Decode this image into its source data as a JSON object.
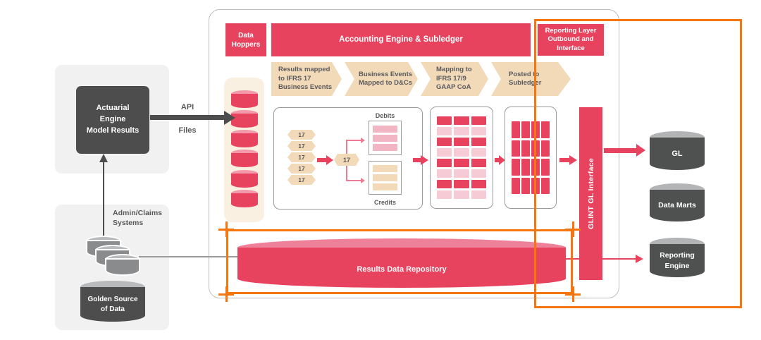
{
  "left_column": {
    "actuarial_box_label": "Actuarial\nEngine\nModel Results",
    "api_label": "API",
    "files_label": "Files",
    "admin_claims_label": "Admin/Claims\nSystems",
    "golden_source_label": "Golden Source\nof Data"
  },
  "headers": {
    "data_hoppers": "Data\nHoppers",
    "accounting_engine": "Accounting Engine & Subledger",
    "reporting_layer": "Reporting Layer\nOutbound and\nInterface"
  },
  "process_steps": [
    {
      "label": "Results mapped\nto IFRS 17\nBusiness Events"
    },
    {
      "label": "Business Events\nMapped to D&Cs"
    },
    {
      "label": "Mapping to\nIFRS 17/9\nGAAP CoA"
    },
    {
      "label": "Posted to\nSubledger"
    }
  ],
  "posting_detail": {
    "token_label": "17",
    "debits_label": "Debits",
    "credits_label": "Credits"
  },
  "grids": {
    "coa_mapping": {
      "cols": 3,
      "rows": 8,
      "alternate": true
    },
    "subledger_postings": {
      "cols": 4,
      "rows": 4,
      "alternate": false
    }
  },
  "glint_interface_label": "GLINT GL Interface",
  "repository_label": "Results Data Repository",
  "outputs": [
    {
      "label": "GL"
    },
    {
      "label": "Data Marts"
    },
    {
      "label": "Reporting\nEngine"
    }
  ],
  "colors": {
    "primary_pink": "#e8435e",
    "light_pink": "#ef8099",
    "pale_pink": "#f6cbd6",
    "debit_pink": "#f2b5c3",
    "tan": "#f2d9b8",
    "cream": "#faf0e1",
    "dark_gray": "#4d4d4d",
    "orange_highlight": "#f5750f"
  }
}
